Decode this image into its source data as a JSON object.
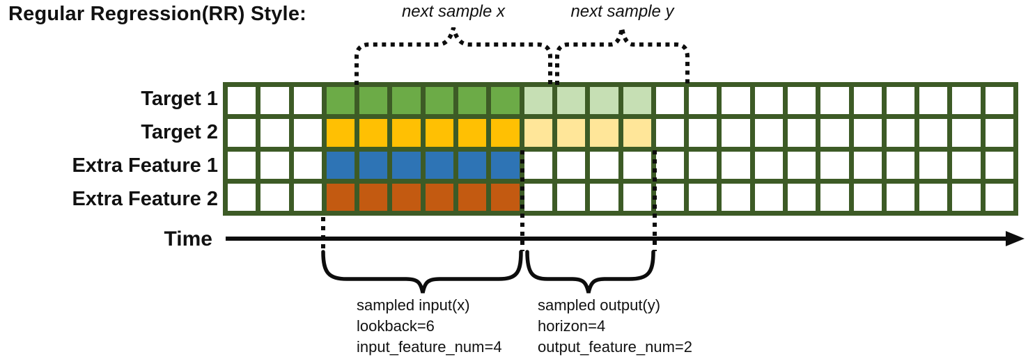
{
  "title": "Regular Regression(RR) Style:",
  "grid": {
    "columns": 24,
    "rows": [
      {
        "label": "Target 1",
        "solid_color": "#6CAB47",
        "solid_cols": [
          4,
          9
        ],
        "light_color": "#C6DFB4",
        "light_cols": [
          10,
          13
        ]
      },
      {
        "label": "Target 2",
        "solid_color": "#FFC003",
        "solid_cols": [
          4,
          9
        ],
        "light_color": "#FFE699",
        "light_cols": [
          10,
          13
        ]
      },
      {
        "label": "Extra Feature 1",
        "solid_color": "#2E74B5",
        "solid_cols": [
          4,
          9
        ],
        "light_color": null,
        "light_cols": null
      },
      {
        "label": "Extra Feature 2",
        "solid_color": "#C35A11",
        "solid_cols": [
          4,
          9
        ],
        "light_color": null,
        "light_cols": null
      }
    ]
  },
  "annotations": {
    "next_sample_x": "next sample x",
    "next_sample_y": "next sample y",
    "time_label": "Time",
    "input": [
      "sampled input(x)",
      "lookback=6",
      "input_feature_num=4"
    ],
    "output": [
      "sampled output(y)",
      "horizon=4",
      "output_feature_num=2"
    ]
  },
  "colors": {
    "grid_border": "#3D5B26",
    "annotation_stroke": "#0d0d0d"
  }
}
